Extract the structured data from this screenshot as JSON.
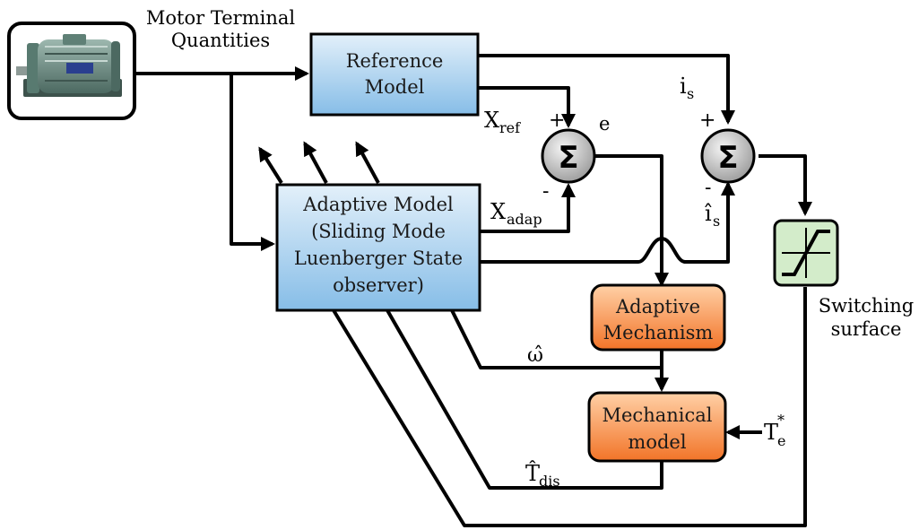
{
  "colors": {
    "blue_block_top": "#dcecf8",
    "blue_block_bottom": "#8cc0e8",
    "orange_block_top": "#ffc89a",
    "orange_block_bottom": "#f47a2e",
    "green_block": "#cfe9c6",
    "summer_fill": "#bdbdbd",
    "motor_body": "#6f8f86"
  },
  "motor": {
    "label_line1": "Motor Terminal",
    "label_line2": "Quantities",
    "icon": "electric-motor-icon"
  },
  "reference_model": {
    "line1": "Reference",
    "line2": "Model"
  },
  "adaptive_model": {
    "line1": "Adaptive Model",
    "line2": "(Sliding Mode",
    "line3": "Luenberger State",
    "line4": "observer)"
  },
  "adaptive_mechanism": {
    "line1": "Adaptive",
    "line2": "Mechanism"
  },
  "mechanical_model": {
    "line1": "Mechanical",
    "line2": "model"
  },
  "switching_surface": {
    "line1": "Switching",
    "line2": "surface",
    "icon": "saturation-function-icon"
  },
  "summer_symbol": "Σ",
  "signals": {
    "x_ref_base": "X",
    "x_ref_sub": "ref",
    "x_adap_base": "X",
    "x_adap_sub": "adap",
    "error": "e",
    "plus": "+",
    "minus": "-",
    "i_s_base": "i",
    "i_s_sub": "s",
    "i_hat_base": "î",
    "i_hat_sub": "s",
    "omega_hat": "ω̂",
    "t_dis_base": "T̂",
    "t_dis_sub": "dis",
    "te_base": "T",
    "te_sub": "e",
    "te_sup": "*"
  }
}
